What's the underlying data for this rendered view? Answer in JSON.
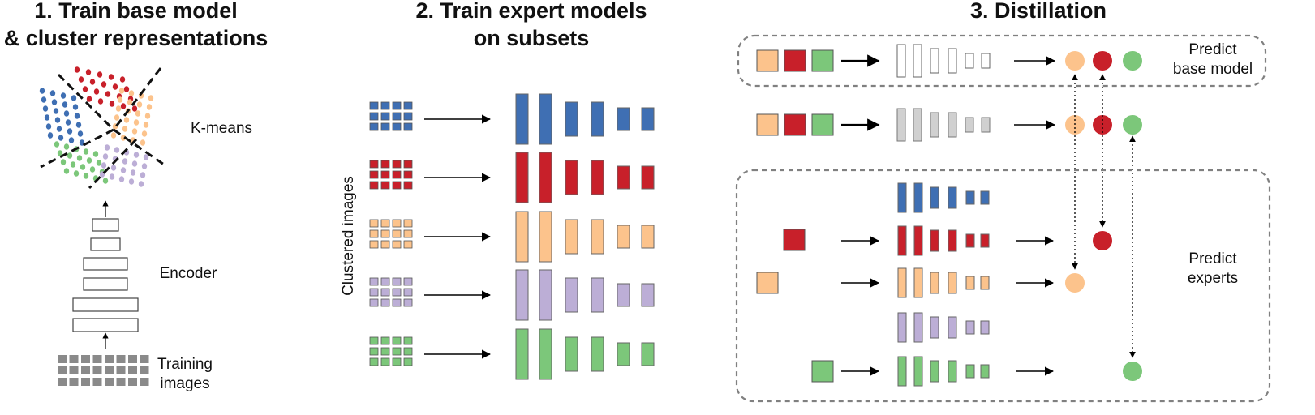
{
  "section1": {
    "title_line1": "1. Train base model",
    "title_line2": "& cluster representations",
    "kmeans_label": "K-means",
    "encoder_label": "Encoder",
    "training_label_line1": "Training",
    "training_label_line2": "images"
  },
  "section2": {
    "title_line1": "2. Train expert models",
    "title_line2": "on subsets",
    "clustered_label": "Clustered  images"
  },
  "section3": {
    "title": "3. Distillation",
    "predict_base_line1": "Predict",
    "predict_base_line2": "base model",
    "predict_experts_line1": "Predict",
    "predict_experts_line2": "experts"
  },
  "colors": {
    "blue": "#3f6fb3",
    "red": "#c8202a",
    "orange": "#fcc38c",
    "purple": "#bcaed6",
    "green": "#7cc77a",
    "gray": "#8c8c8c",
    "light_gray": "#d0d0d0"
  }
}
